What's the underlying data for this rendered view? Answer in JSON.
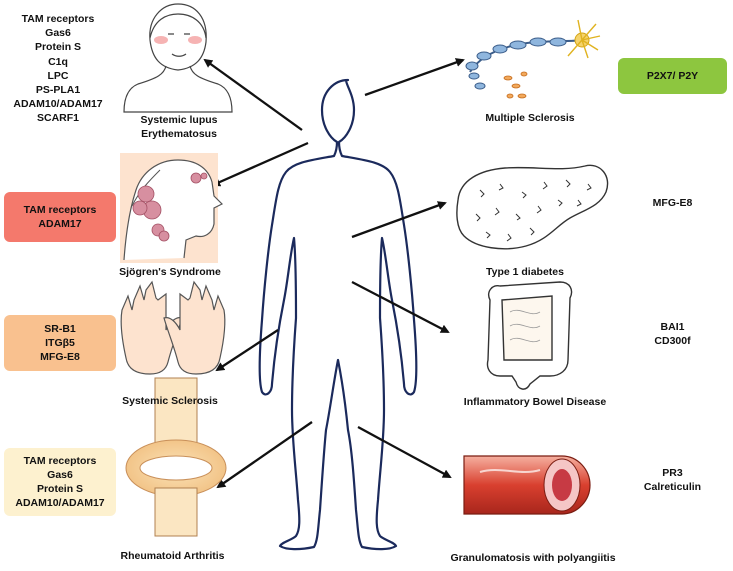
{
  "colors": {
    "red_box": "#f4796c",
    "orange_box": "#f9c18f",
    "yellow_box": "#fdf1cf",
    "green_box": "#8dc63f",
    "body_outline": "#1b2a5c"
  },
  "diseases": {
    "sle": {
      "line1": "Systemic lupus",
      "line2": "Erythematosus"
    },
    "ms": "Multiple Sclerosis",
    "sjogren": "Sjögren's Syndrome",
    "t1d": "Type 1 diabetes",
    "ssc": "Systemic Sclerosis",
    "ibd": "Inflammatory Bowel Disease",
    "ra": "Rheumatoid Arthritis",
    "gpa": "Granulomatosis with polyangiitis"
  },
  "molecules": {
    "sle": [
      "TAM receptors",
      "Gas6",
      "Protein S",
      "C1q",
      "LPC",
      "PS-PLA1",
      "ADAM10/ADAM17",
      "SCARF1"
    ],
    "ms": [
      "P2X7/ P2Y"
    ],
    "sjogren": [
      "TAM receptors",
      "ADAM17"
    ],
    "t1d": [
      "MFG-E8"
    ],
    "ssc": [
      "SR-B1",
      "ITGβ5",
      "MFG-E8"
    ],
    "ibd": [
      "BAI1",
      "CD300f"
    ],
    "ra": [
      "TAM receptors",
      "Gas6",
      "Protein S",
      "ADAM10/ADAM17"
    ],
    "gpa": [
      "PR3",
      "Calreticulin"
    ]
  }
}
